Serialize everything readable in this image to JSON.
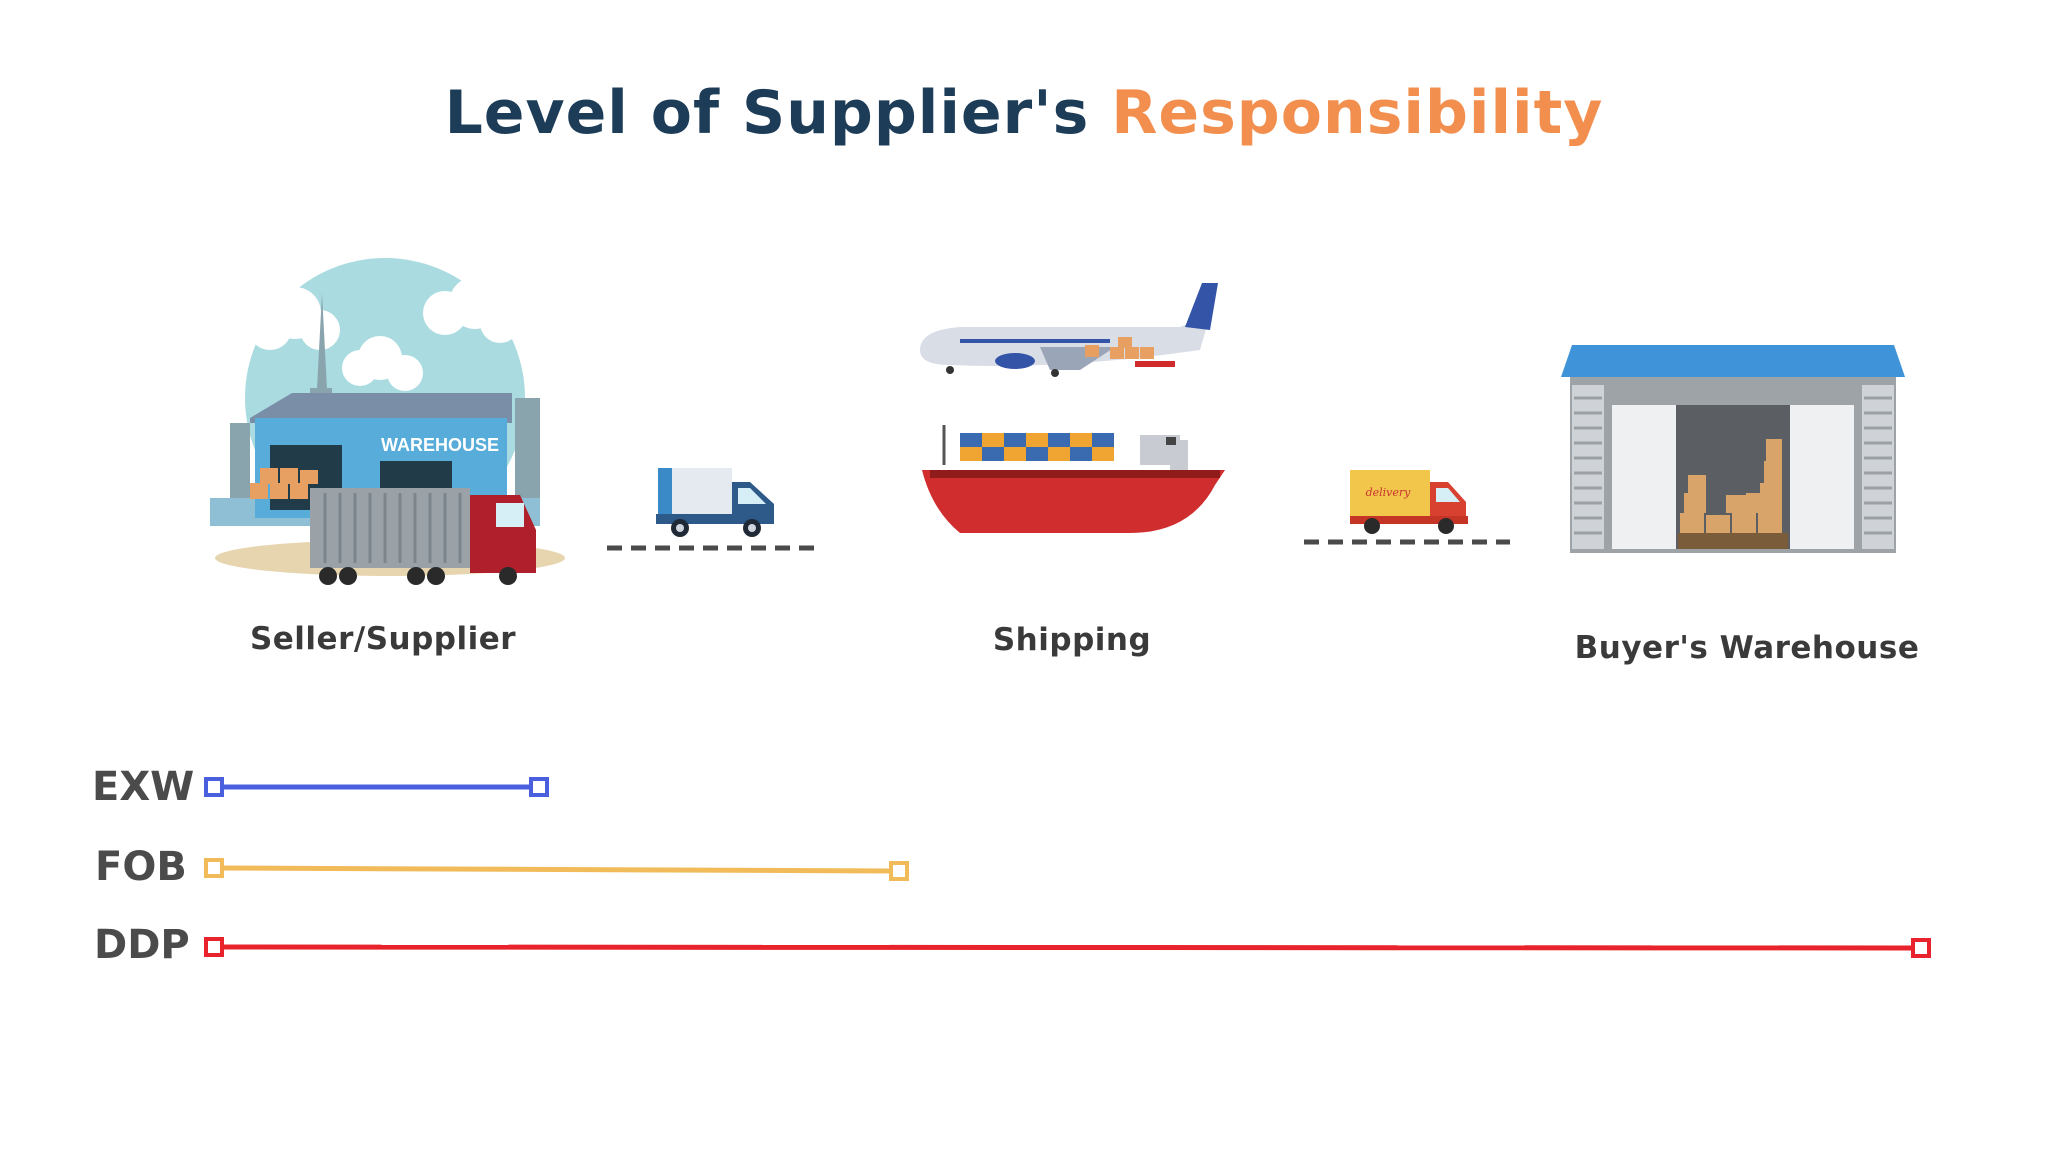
{
  "title": {
    "main": "Level of Supplier's ",
    "accent": "Responsibility"
  },
  "stages": [
    {
      "label": "Seller/Supplier",
      "icon": "warehouse-scene-icon"
    },
    {
      "icon": "delivery-van-icon"
    },
    {
      "label": "Shipping",
      "icon": "airplane-and-cargo-ship-icon"
    },
    {
      "icon": "delivery-truck-icon"
    },
    {
      "label": "Buyer's Warehouse",
      "icon": "buyer-warehouse-icon"
    }
  ],
  "inner_text": {
    "warehouse_sign": "WAREHOUSE",
    "truck_sign": "delivery"
  },
  "terms": [
    {
      "code": "EXW",
      "color": "#4a5fdd",
      "from_stage": "Seller/Supplier",
      "to_stage": "Seller/Supplier"
    },
    {
      "code": "FOB",
      "color": "#f0bb58",
      "from_stage": "Seller/Supplier",
      "to_stage": "Shipping"
    },
    {
      "code": "DDP",
      "color": "#e8232c",
      "from_stage": "Seller/Supplier",
      "to_stage": "Buyer's Warehouse"
    }
  ],
  "colors": {
    "title_main": "#1d3c57",
    "title_accent": "#f28f4e",
    "label": "#3a3a3a",
    "roof": "#3f93d8"
  }
}
